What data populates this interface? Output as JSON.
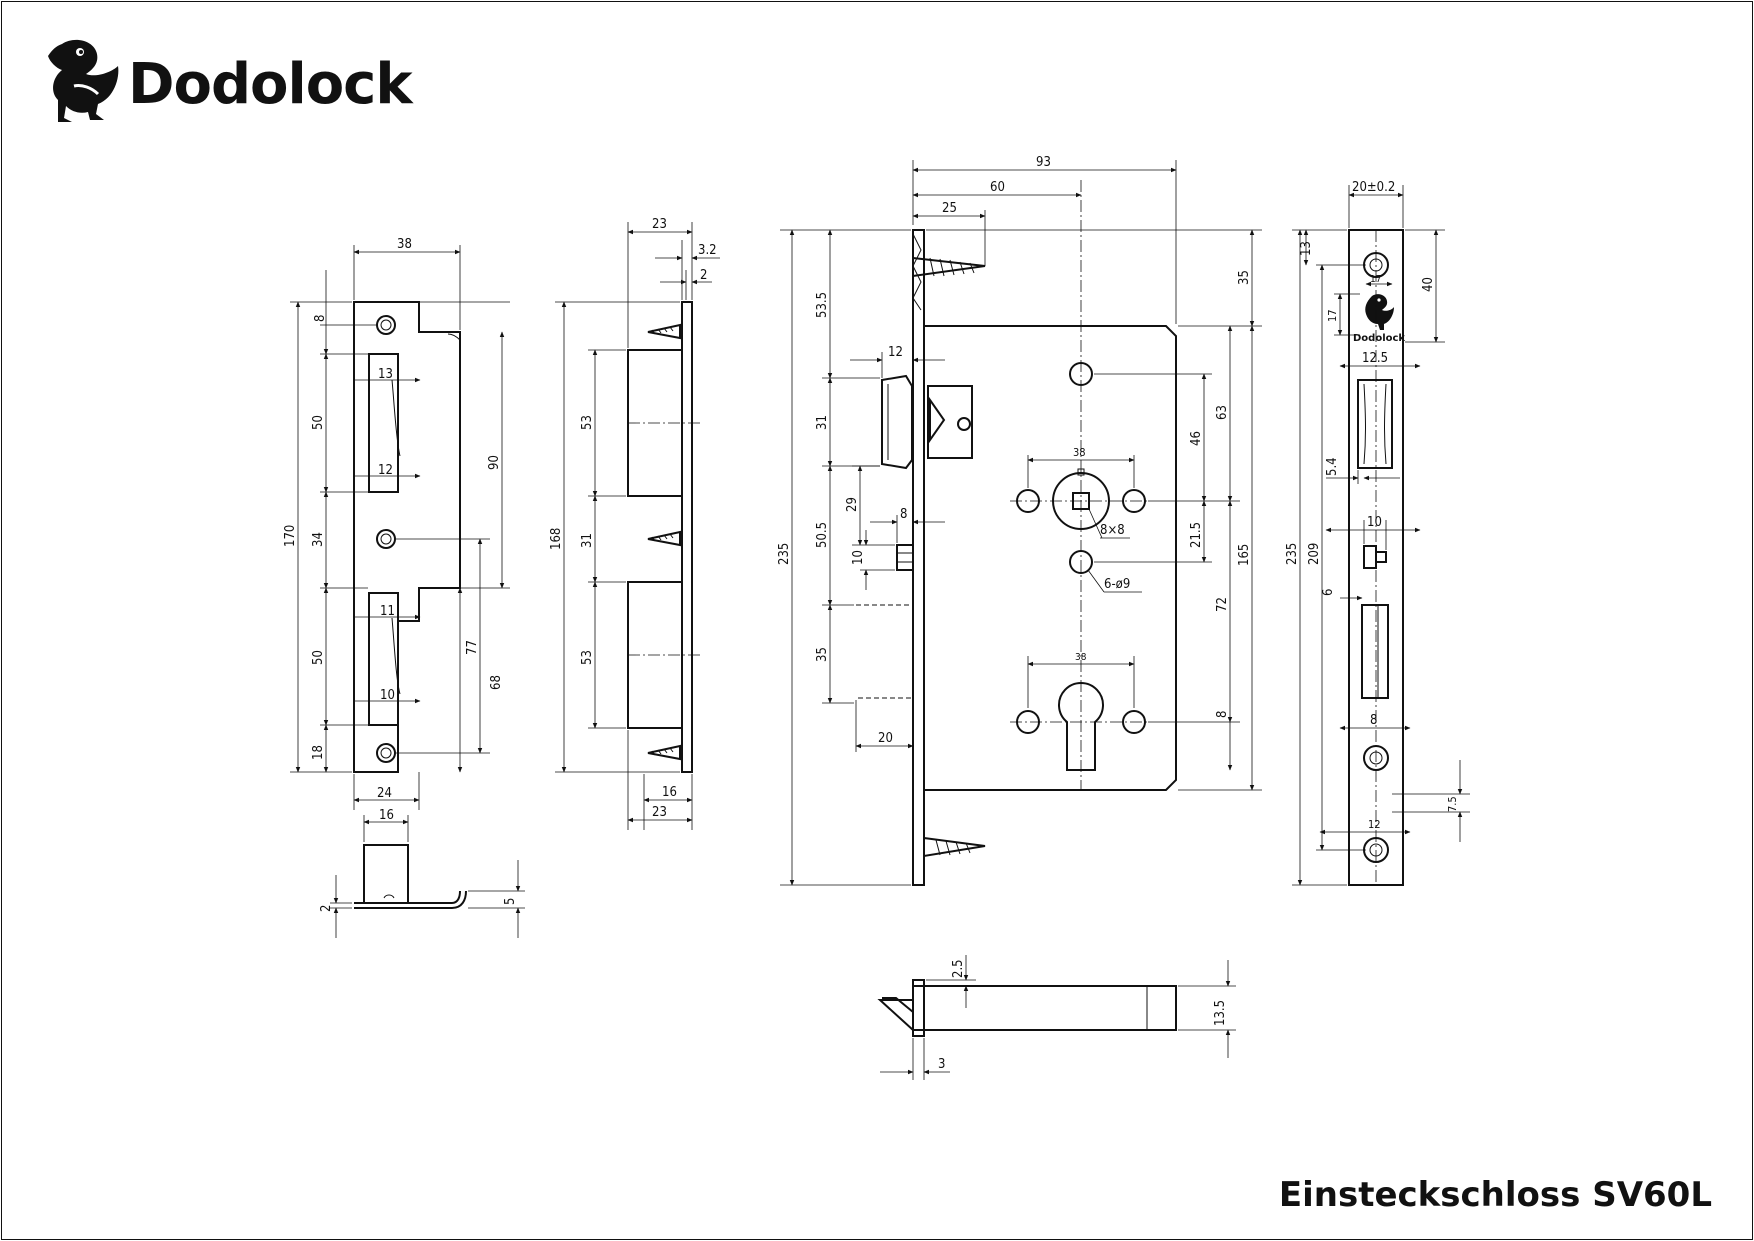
{
  "brand": {
    "name": "Dodolock",
    "mini_name": "Dodolock"
  },
  "title": "Einsteckschloss SV60L",
  "dimensions": {
    "strike": {
      "width_38": "38",
      "top_8": "8",
      "d50a": "50",
      "d34": "34",
      "d50b": "50",
      "d18": "18",
      "overall_170": "170",
      "d90": "90",
      "d77": "77",
      "d68": "68",
      "slot_13": "13",
      "slot_12": "12",
      "slot_11": "11",
      "slot_10": "10",
      "bottom_24": "24",
      "tab_16": "16",
      "tab_h2": "2",
      "tab_h5": "5"
    },
    "side_strike": {
      "w23_top": "23",
      "t32": "3.2",
      "t2": "2",
      "h168": "168",
      "h53a": "53",
      "h31": "31",
      "h53b": "53",
      "w16": "16",
      "w23_bot": "23"
    },
    "lock_body": {
      "w93": "93",
      "w60": "60",
      "w25": "25",
      "h235": "235",
      "h53_5": "53.5",
      "h31": "31",
      "h50_5": "50.5",
      "h35_left": "35",
      "w12": "12",
      "h29": "29",
      "w8": "8",
      "h10": "10",
      "w20": "20",
      "spindle_38": "38",
      "square": "8×8",
      "holes": "6-ø9",
      "cyl_38": "38",
      "h35_right": "35",
      "h63": "63",
      "h46": "46",
      "h21_5": "21.5",
      "h72": "72",
      "h165": "165",
      "h8": "8"
    },
    "faceplate": {
      "w20": "20±0.2",
      "d13": "13",
      "d40": "40",
      "d17": "17",
      "w17": "17",
      "w12_5": "12.5",
      "d5_4": "5.4",
      "w10": "10",
      "d6": "6",
      "h235": "235",
      "h209": "209",
      "w8": "8",
      "d7_5": "7.5",
      "w12": "12"
    },
    "latch": {
      "h2_5": "2.5",
      "h13_5": "13.5",
      "w3": "3"
    }
  }
}
